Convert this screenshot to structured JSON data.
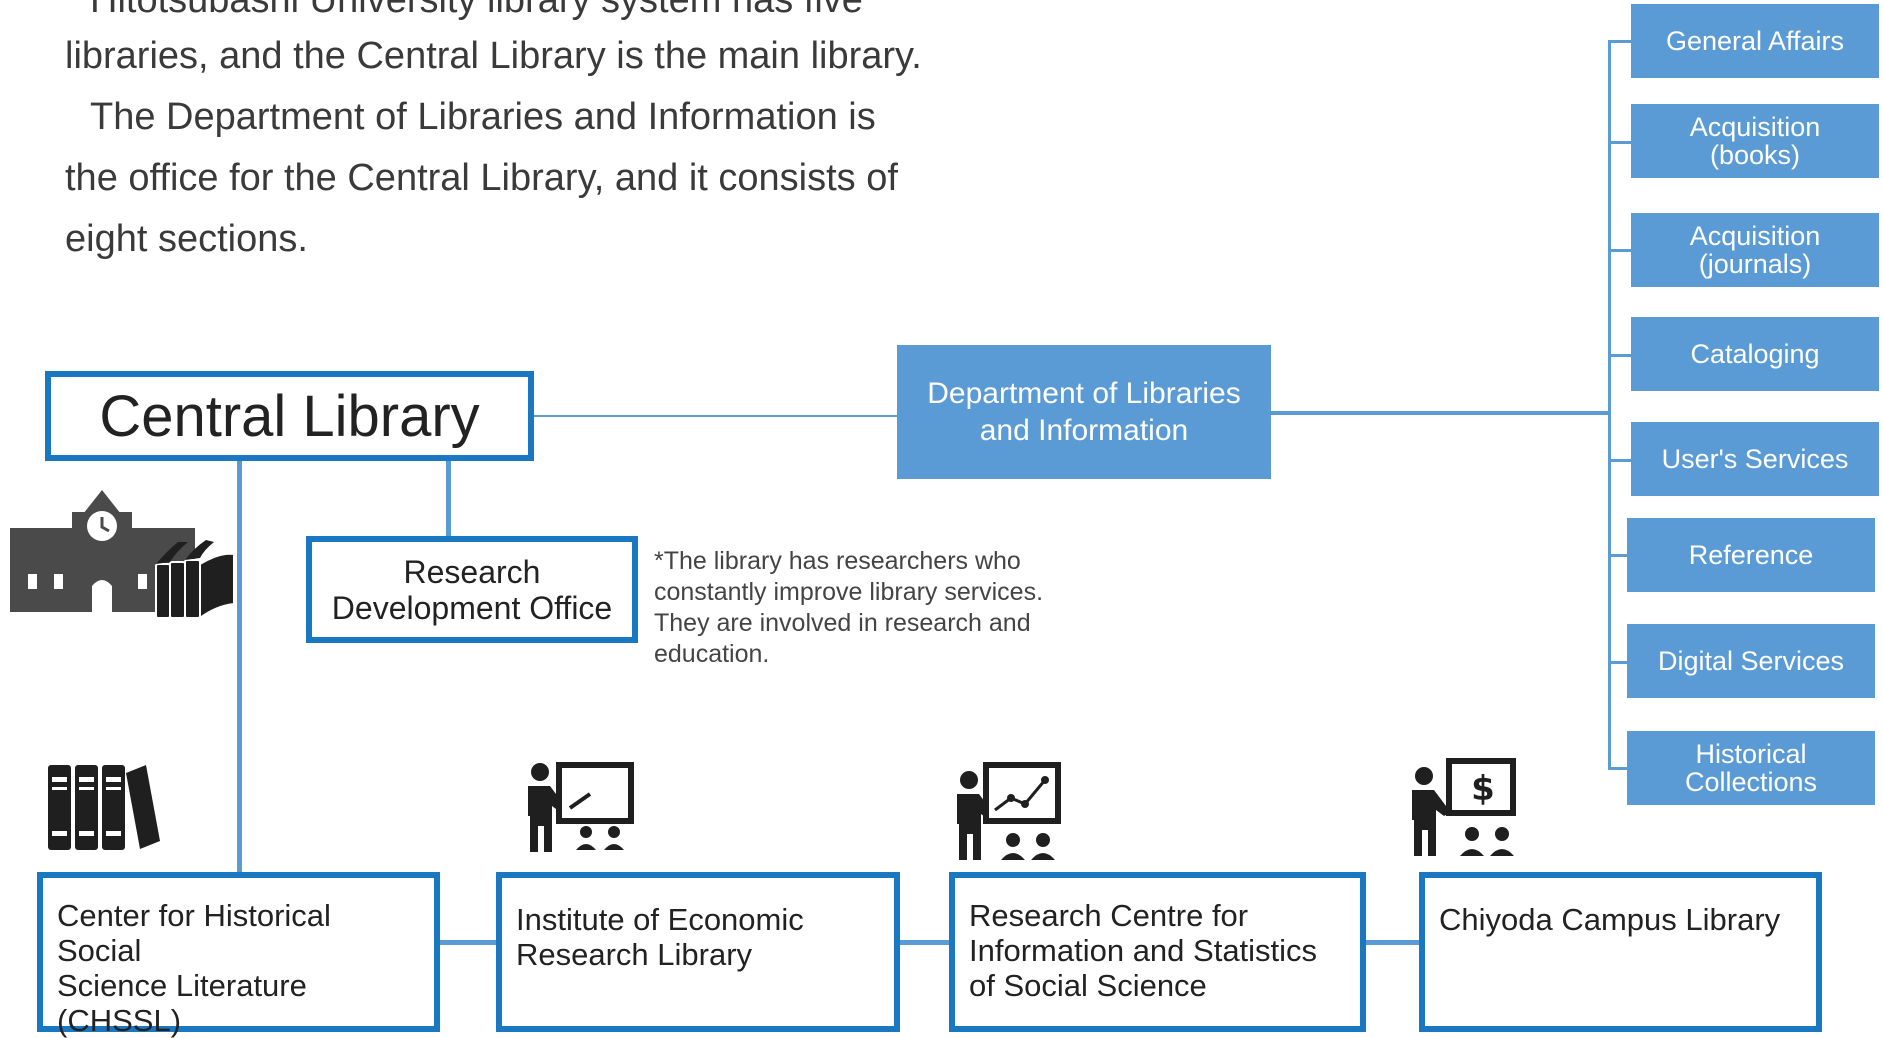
{
  "intro": {
    "line1": "Hitotsubashi University library system has five",
    "line2": "libraries, and the Central Library is the main library.",
    "line3": "The Department of Libraries and Information is",
    "line4": "the office for the Central Library, and it consists of",
    "line5": "eight sections."
  },
  "central_library": {
    "label": "Central Library"
  },
  "research_office": {
    "label_line1": "Research",
    "label_line2": "Development Office",
    "note": "*The library has researchers who constantly improve library services. They are involved in research and education."
  },
  "department": {
    "label_line1": "Department of Libraries",
    "label_line2": "and Information"
  },
  "sections": [
    {
      "line1": "General Affairs",
      "line2": ""
    },
    {
      "line1": "Acquisition",
      "line2": "(books)"
    },
    {
      "line1": "Acquisition",
      "line2": "(journals)"
    },
    {
      "line1": "Cataloging",
      "line2": ""
    },
    {
      "line1": "User's Services",
      "line2": ""
    },
    {
      "line1": "Reference",
      "line2": ""
    },
    {
      "line1": "Digital Services",
      "line2": ""
    },
    {
      "line1": "Historical",
      "line2": "Collections"
    }
  ],
  "libraries": [
    {
      "line1": "Center for Historical Social",
      "line2": "Science Literature (CHSSL)",
      "line3": ""
    },
    {
      "line1": "Institute of Economic",
      "line2": "Research Library",
      "line3": ""
    },
    {
      "line1": "Research Centre for",
      "line2": "Information and Statistics",
      "line3": "of Social Science"
    },
    {
      "line1": "Chiyoda Campus Library",
      "line2": "",
      "line3": ""
    }
  ],
  "icons": {
    "central": "library-building-icon",
    "chssl": "books-icon",
    "ier": "lecture-icon",
    "rciss": "chart-presentation-icon",
    "chiyoda": "finance-presentation-icon"
  },
  "colors": {
    "accent_fill": "#5b9bd5",
    "outline_border": "#1a78c2",
    "icon": "#1f1f1f"
  }
}
